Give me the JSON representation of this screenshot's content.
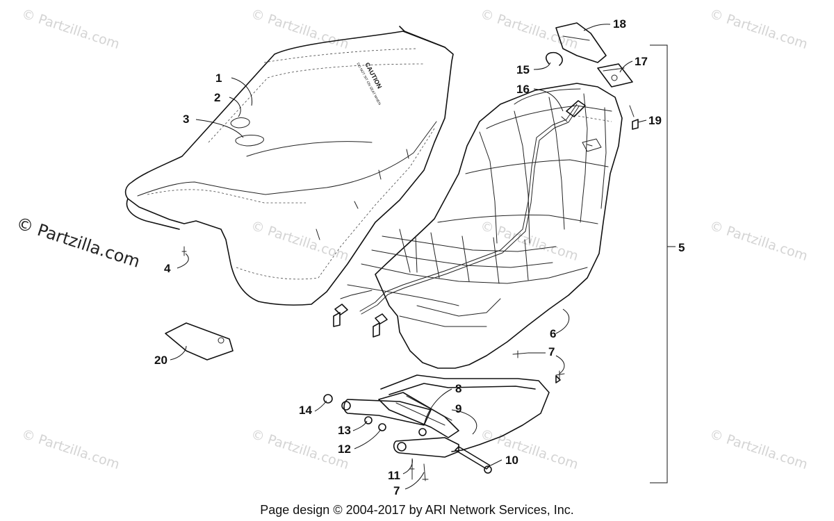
{
  "watermark": {
    "text": "© Partzilla.com"
  },
  "caution_label": {
    "line1": "CAUTION",
    "line2": "DO NOT SIT ON SEAT WHEN"
  },
  "callouts": [
    "1",
    "2",
    "3",
    "4",
    "5",
    "6",
    "7",
    "7",
    "8",
    "9",
    "10",
    "11",
    "12",
    "13",
    "14",
    "15",
    "16",
    "17",
    "18",
    "19",
    "20"
  ],
  "footer": {
    "text": "Page design © 2004-2017 by ARI Network Services, Inc."
  }
}
